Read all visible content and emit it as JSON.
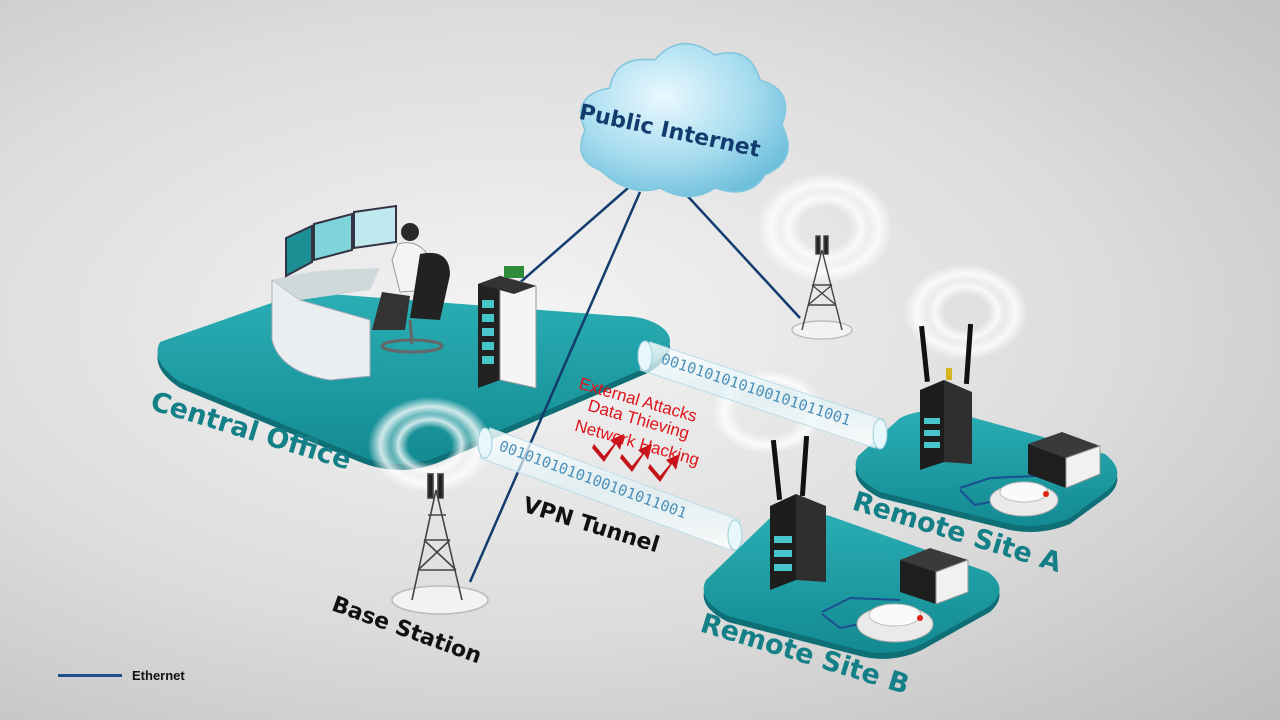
{
  "labels": {
    "public_internet": "Public Internet",
    "central_office": "Central Office",
    "remote_site_a": "Remote Site A",
    "remote_site_b": "Remote Site B",
    "base_station": "Base Station",
    "vpn_tunnel": "VPN Tunnel"
  },
  "threats": [
    "External Attacks",
    "Data Thieving",
    "Network Hacking"
  ],
  "tunnel_text": "0010101010100101011001",
  "legend": {
    "ethernet_label": "Ethernet"
  },
  "colors": {
    "platform": "#1a9aa1",
    "label_teal": "#137f86",
    "ethernet_line": "#1b4f8f",
    "threat_red": "#e0141b",
    "cloud": "#a7dcef",
    "internet_label": "#123c6e"
  },
  "icons": [
    "cloud-icon",
    "operator-workstation-icon",
    "ethernet-switch-icon",
    "cellular-router-icon",
    "radio-tower-icon",
    "smoke-detector-icon",
    "plc-controller-icon",
    "threat-arrow-icon"
  ]
}
